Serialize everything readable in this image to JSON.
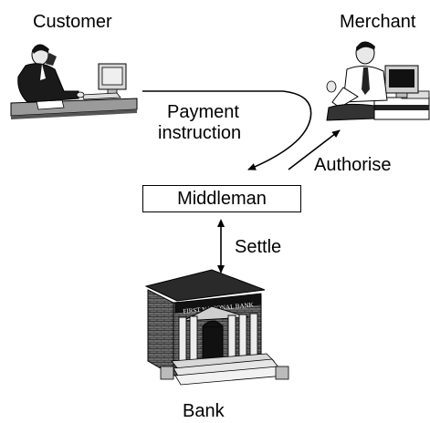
{
  "labels": {
    "customer": "Customer",
    "merchant": "Merchant",
    "payment_instruction_line1": "Payment",
    "payment_instruction_line2": "instruction",
    "authorise": "Authorise",
    "middleman": "Middleman",
    "settle": "Settle",
    "bank": "Bank",
    "bank_sign": "FIRST NATIONAL BANK"
  },
  "icons": {
    "customer": "customer-at-computer-icon",
    "merchant": "merchant-at-computer-icon",
    "bank": "bank-building-icon"
  }
}
